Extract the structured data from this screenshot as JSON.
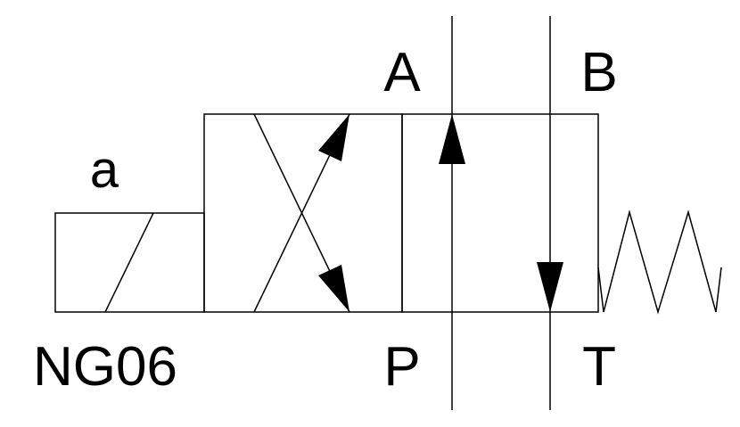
{
  "labels": {
    "port_a": "A",
    "port_b": "B",
    "port_p": "P",
    "port_t": "T",
    "actuator": "a",
    "size": "NG06"
  },
  "colors": {
    "stroke": "#000000",
    "background": "#ffffff"
  }
}
